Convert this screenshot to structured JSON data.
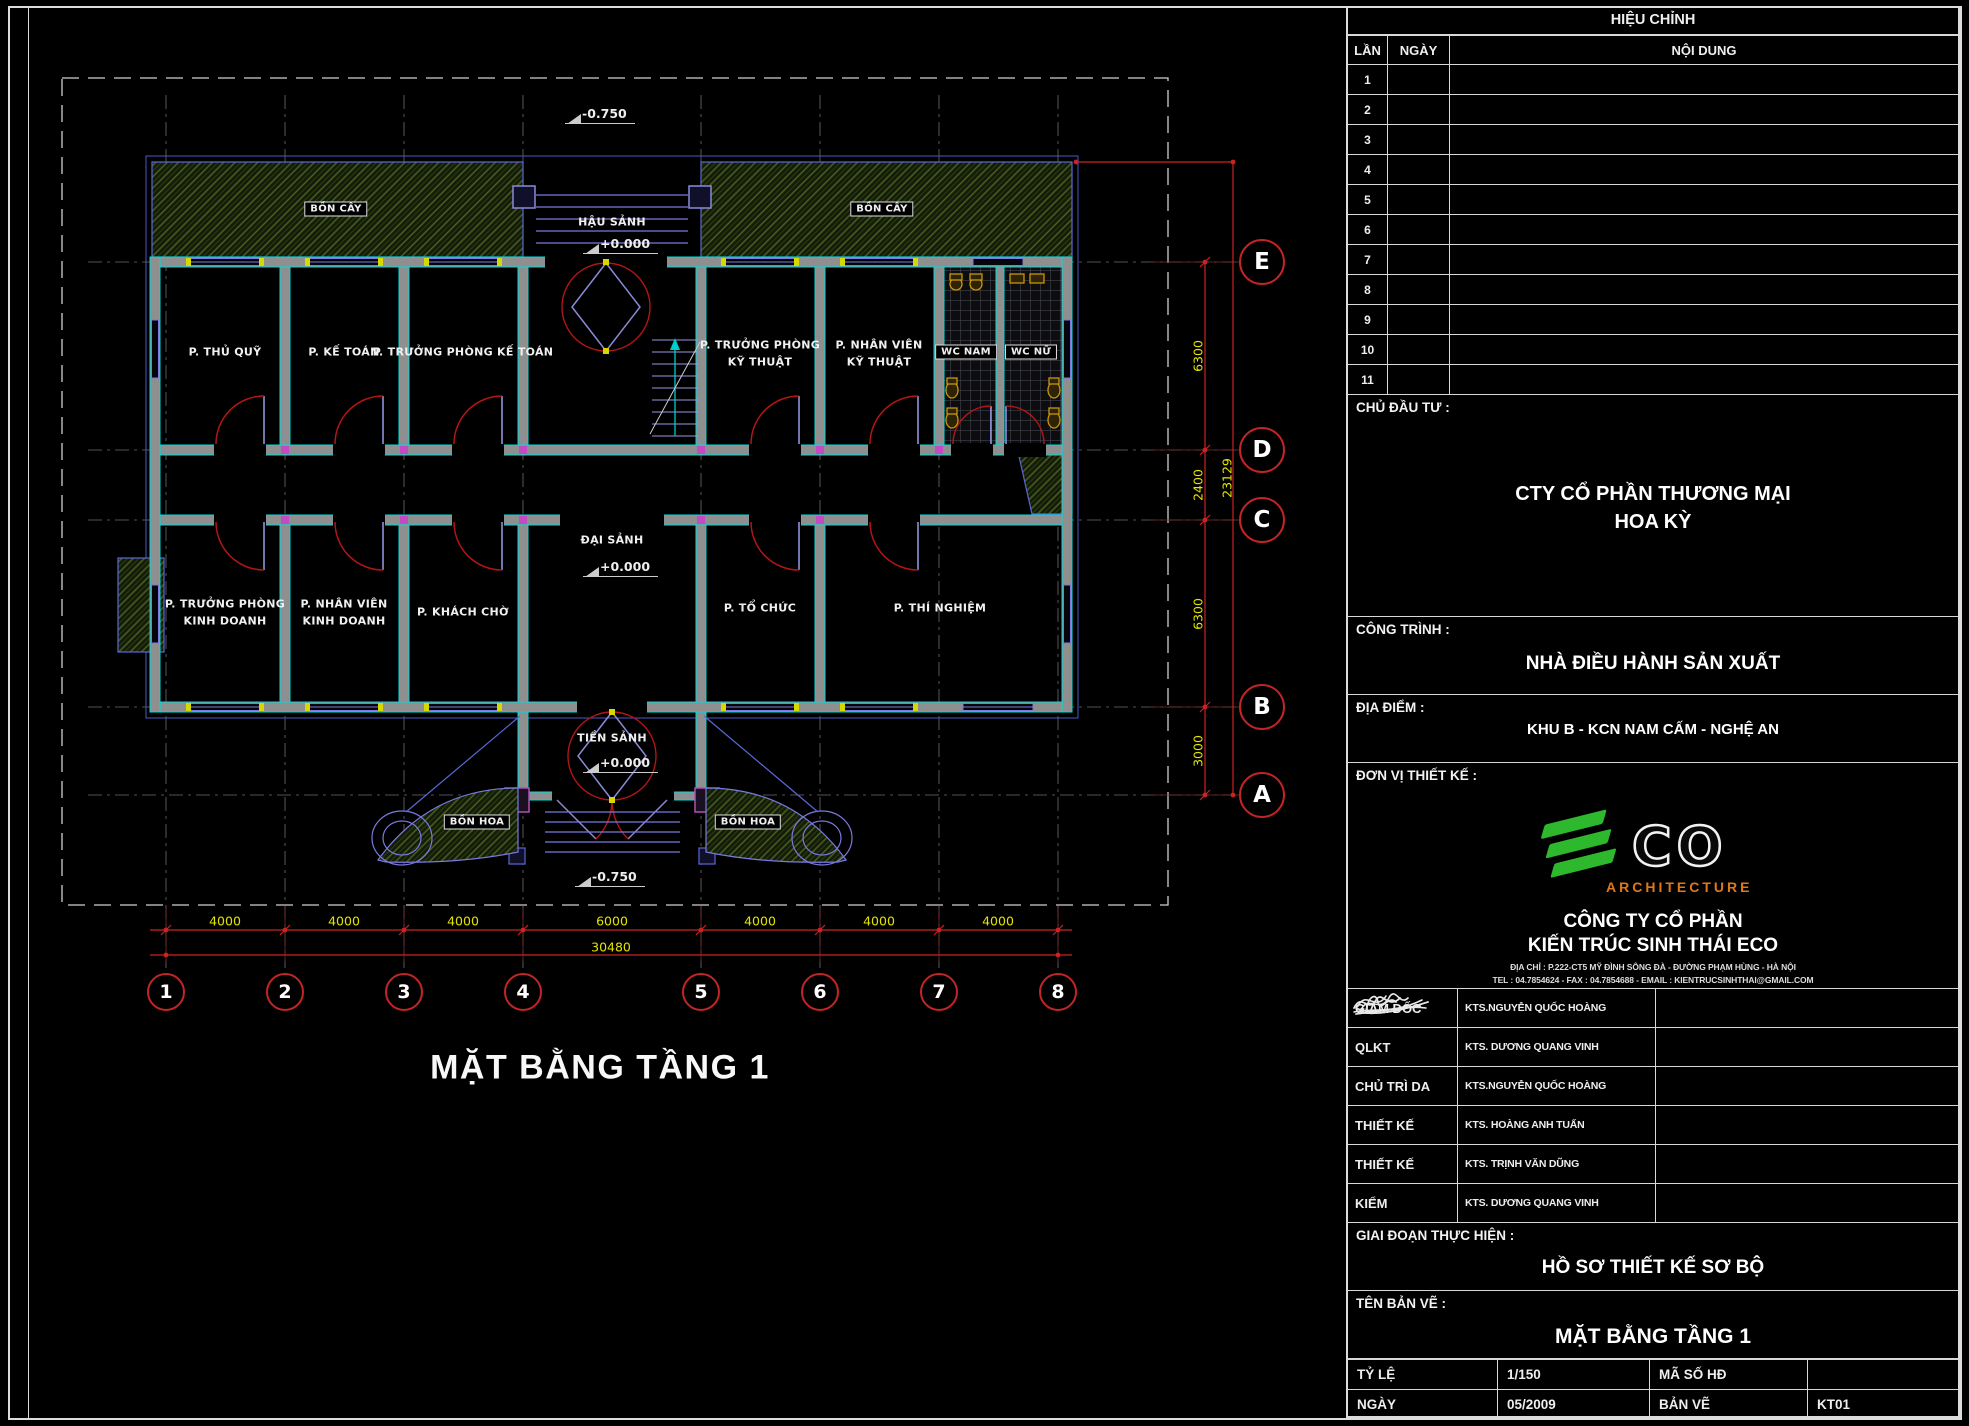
{
  "plan": {
    "title": "MẶT BẰNG TẦNG 1",
    "labels": {
      "bon_cay": "BỒN CÂY",
      "bon_hoa": "BỒN HOA",
      "wc_nam": "WC NAM",
      "wc_nu": "WC NỮ",
      "hau_sanh": "HẬU SẢNH",
      "dai_sanh": "ĐẠI SẢNH",
      "tien_sanh": "TIỀN SẢNH"
    },
    "elevations": {
      "zero": "+0.000",
      "minus": "-0.750"
    },
    "rooms": {
      "thu_quy": "P. THỦ QUỸ",
      "ke_toan": "P. KẾ TOÁN",
      "tp_ke_toan": "P. TRƯỞNG PHÒNG KẾ TOÁN",
      "truong_phong": "P. TRƯỞNG PHÒNG",
      "nhan_vien": "P. NHÂN VIÊN",
      "ky_thuat": "KỸ THUẬT",
      "kinh_doanh": "KINH DOANH",
      "khach_cho": "P. KHÁCH CHỜ",
      "to_chuc": "P. TỔ CHỨC",
      "thi_nghiem": "P. THÍ NGHIỆM"
    },
    "grid": {
      "cols": [
        "1",
        "2",
        "3",
        "4",
        "5",
        "6",
        "7",
        "8"
      ],
      "rows": [
        "E",
        "D",
        "C",
        "B",
        "A"
      ]
    },
    "dims": {
      "bottom": [
        "4000",
        "4000",
        "4000",
        "6000",
        "4000",
        "4000",
        "4000"
      ],
      "bottom_total": "30480",
      "right": [
        "6300",
        "2400",
        "6300",
        "3000"
      ],
      "right_total": "23129"
    }
  },
  "tb": {
    "revision": {
      "title": "HIỆU CHỈNH",
      "cols": [
        "LẦN",
        "NGÀY",
        "NỘI DUNG"
      ],
      "rows": [
        "1",
        "2",
        "3",
        "4",
        "5",
        "6",
        "7",
        "8",
        "9",
        "10",
        "11"
      ]
    },
    "chu_dau_tu": {
      "label": "CHỦ ĐẦU TƯ :",
      "line1": "CTY CỔ PHẦN THƯƠNG MẠI",
      "line2": "HOA KỲ"
    },
    "cong_trinh": {
      "label": "CÔNG TRÌNH :",
      "value": "NHÀ ĐIỀU HÀNH SẢN XUẤT"
    },
    "dia_diem": {
      "label": "ĐỊA ĐIỂM :",
      "value": "KHU B - KCN NAM CẤM - NGHỆ AN"
    },
    "don_vi": {
      "label": "ĐƠN VỊ THIẾT KẾ :",
      "logo_co": "CO",
      "logo_sub": "ARCHITECTURE",
      "company1": "CÔNG TY CỔ PHẦN",
      "company2": "KIẾN TRÚC SINH THÁI ECO",
      "address": "ĐỊA CHỈ : P.222-CT5 MỸ ĐÌNH SÔNG ĐÀ - ĐƯỜNG PHẠM HÙNG - HÀ NỘI",
      "contact": "TEL : 04.7854624 - FAX : 04.7854688 - EMAIL : KIENTRUCSINHTHAI@GMAIL.COM"
    },
    "staff": [
      {
        "role": "GIÁM ĐỐC",
        "name": "KTS.NGUYỄN QUỐC HOÀNG"
      },
      {
        "role": "QLKT",
        "name": "KTS. DƯƠNG QUANG VINH"
      },
      {
        "role": "CHỦ TRÌ DA",
        "name": "KTS.NGUYỄN QUỐC HOÀNG"
      },
      {
        "role": "THIẾT KẾ",
        "name": "KTS. HOÀNG ANH TUẤN"
      },
      {
        "role": "THIẾT KẾ",
        "name": "KTS. TRỊNH VĂN DŨNG"
      },
      {
        "role": "KIỂM",
        "name": "KTS. DƯƠNG QUANG VINH"
      }
    ],
    "giai_doan": {
      "label": "GIAI ĐOẠN THỰC HIỆN :",
      "value": "HỒ SƠ THIẾT KẾ SƠ BỘ"
    },
    "ten_ban_ve": {
      "label": "TÊN BẢN VẼ :",
      "value": "MẶT BẰNG TẦNG 1"
    },
    "meta": {
      "ty_le_label": "TỶ LỆ",
      "ty_le": "1/150",
      "ma_so_label": "MÃ SỐ HĐ",
      "ma_so": "",
      "ngay_label": "NGÀY",
      "ngay": "05/2009",
      "ban_ve_label": "BẢN VẼ",
      "ban_ve": "KT01"
    }
  },
  "colors": {
    "dim_red": "#cc2222",
    "dim_text": "#e3e300",
    "wall": "#8f8f8f",
    "wall_edge": "#00d8d8",
    "window": "#7a7ae0",
    "planter_hatch": "#47611f",
    "door": "#b31515",
    "logo_green": "#2eb82e",
    "logo_orange": "#e07818"
  }
}
